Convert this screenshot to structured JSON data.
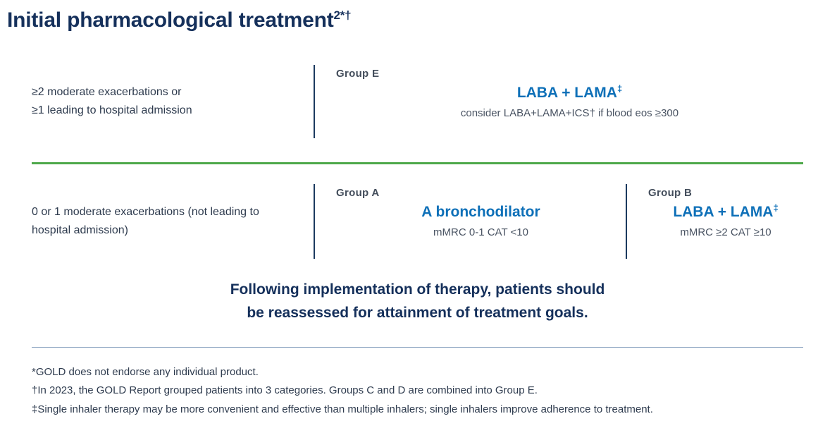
{
  "title": {
    "text": "Initial pharmacological treatment",
    "sup": "2*†"
  },
  "rows": [
    {
      "criteria_line1": "≥2 moderate exacerbations or",
      "criteria_line2": "≥1 leading to hospital admission",
      "groups": [
        {
          "label": "Group E",
          "treatment": "LABA + LAMA",
          "treatment_sup": "‡",
          "subtext": "consider LABA+LAMA+ICS† if blood eos ≥300"
        }
      ]
    },
    {
      "criteria_line1": "0 or 1 moderate exacerbations (not leading to",
      "criteria_line2": "hospital admission)",
      "groups": [
        {
          "label": "Group A",
          "treatment": "A bronchodilator",
          "treatment_sup": "",
          "subtext": "mMRC 0-1 CAT <10"
        },
        {
          "label": "Group B",
          "treatment": "LABA + LAMA",
          "treatment_sup": "‡",
          "subtext": "mMRC ≥2 CAT ≥10"
        }
      ]
    }
  ],
  "message": {
    "line1": "Following implementation of therapy, patients should",
    "line2": "be reassessed for attainment of treatment goals."
  },
  "footnotes": [
    "*GOLD does not endorse any individual product.",
    "†In 2023, the GOLD Report grouped patients into 3 categories. Groups C and D are combined into Group E.",
    "‡Single inhaler therapy may be more convenient and effective than multiple inhalers; single inhalers improve adherence to treatment."
  ],
  "colors": {
    "navy": "#15305b",
    "blue": "#0e70b8",
    "green": "#4ea84a"
  }
}
